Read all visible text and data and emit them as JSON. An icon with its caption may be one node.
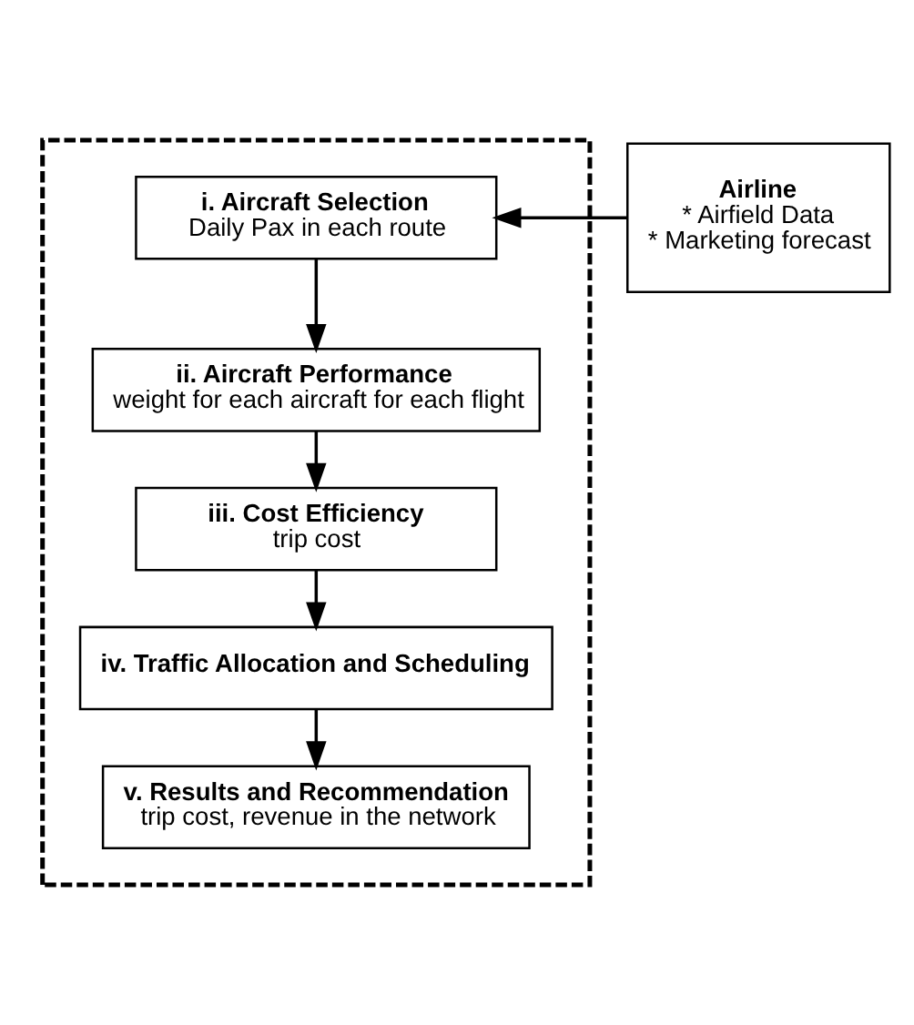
{
  "diagram": {
    "nodes": [
      {
        "text": [],
        "shape": "box"
      },
      {
        "text": [
          "i. Aircraft Selection",
          "Daily Pax in each route"
        ],
        "in": 0
      },
      {
        "text": [
          "ii. Aircraft Performance",
          "weight for each aircraft for each flight"
        ],
        "in": 0
      },
      {
        "text": [
          "iii. Cost Efficiency",
          "trip cost"
        ],
        "in": 0
      },
      {
        "text": [
          "iv. Traffic Allocation and Scheduling"
        ],
        "in": 0
      },
      {
        "text": [
          "v. Results and Recommendation",
          "trip cost, revenue in the network"
        ],
        "in": 0
      },
      {
        "text": [
          "Airline",
          "* Airfield Data",
          "* Marketing forecast"
        ]
      }
    ],
    "edges": [
      {
        "from": 6,
        "to": 1,
        "arrow": "to"
      },
      {
        "from": 1,
        "to": 2,
        "arrow": "to"
      },
      {
        "from": 2,
        "to": 3,
        "arrow": "to"
      },
      {
        "from": 3,
        "to": 4,
        "arrow": "to"
      },
      {
        "from": 4,
        "to": 5,
        "arrow": "to"
      }
    ]
  }
}
